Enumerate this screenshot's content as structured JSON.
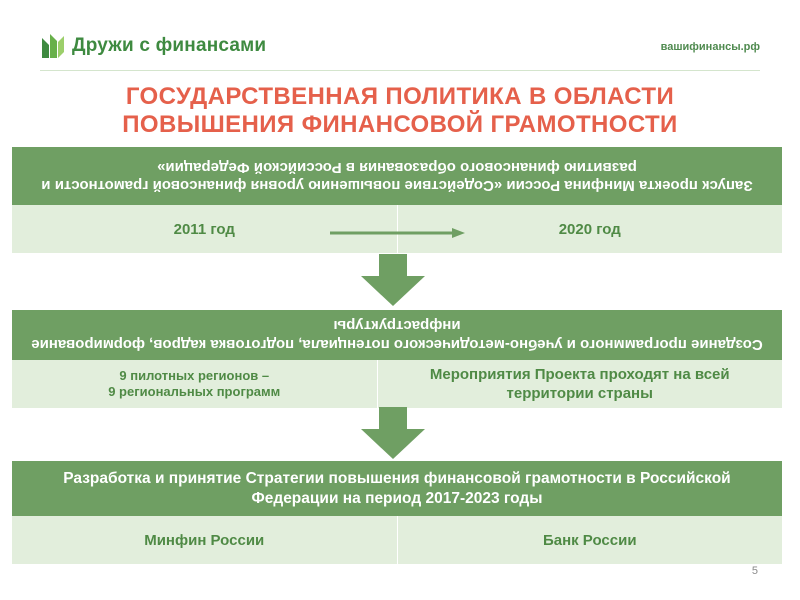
{
  "header": {
    "logo_text": "Дружи с финансами",
    "site_url": "вашифинансы.рф"
  },
  "title": {
    "line1": "ГОСУДАРСТВЕННАЯ ПОЛИТИКА В ОБЛАСТИ",
    "line2": "ПОВЫШЕНИЯ ФИНАНСОВОЙ ГРАМОТНОСТИ"
  },
  "block1": {
    "band_text": "Запуск проекта Минфина России «Содействие повышению уровня финансовой грамотности и развитию финансового образования в Российской Федерации»",
    "left": "2011 год",
    "right": "2020 год"
  },
  "block2": {
    "band_text": "Создание программного и учебно-методического потенциала, подготовка кадров, формирование инфраструктуры",
    "left_line1": "9 пилотных регионов –",
    "left_line2": "9 региональных программ",
    "right": "Мероприятия Проекта проходят на всей территории страны"
  },
  "block3": {
    "band_text": "Разработка и принятие Стратегии повышения финансовой грамотности в Российской Федерации на период 2017-2023 годы",
    "left": "Минфин России",
    "right": "Банк России"
  },
  "page_number": "5",
  "colors": {
    "band": "#6f9f63",
    "row": "#e2eedc",
    "title": "#e5604b",
    "arrow": "#6f9f63",
    "text_green": "#4f8a45"
  }
}
